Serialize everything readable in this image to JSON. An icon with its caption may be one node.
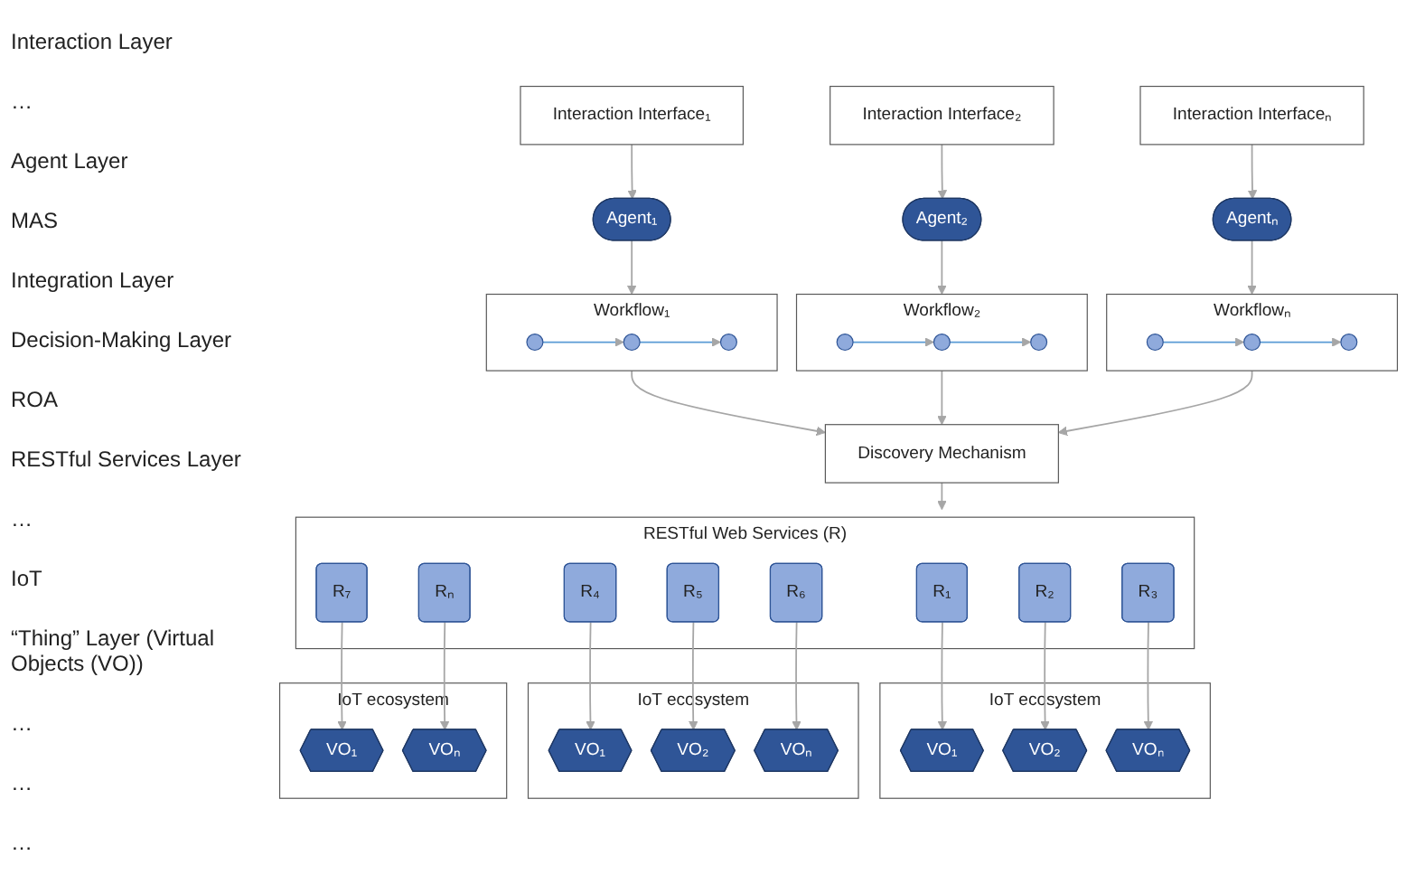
{
  "diagram": {
    "nodes": [
      {
        "text": [
          "Interaction Interface₁"
        ]
      },
      {
        "text": [
          "Interaction Interface₂"
        ]
      },
      {
        "text": [
          "Interaction Interfaceₙ"
        ]
      },
      {
        "text": [
          "Agent₁"
        ]
      },
      {
        "text": [
          "Agent₂"
        ]
      },
      {
        "text": [
          "Agentₙ"
        ]
      },
      {
        "text": [
          "Workflow₁"
        ]
      },
      {
        "text": [],
        "shape": "circle",
        "in": 6
      },
      {
        "text": [],
        "shape": "circle",
        "in": 6
      },
      {
        "text": [],
        "shape": "circle",
        "in": 6
      },
      {
        "text": [
          "Workflow₂"
        ]
      },
      {
        "text": [],
        "shape": "circle",
        "in": 10
      },
      {
        "text": [],
        "shape": "circle",
        "in": 10
      },
      {
        "text": [],
        "shape": "circle",
        "in": 10
      },
      {
        "text": [
          "Workflowₙ"
        ]
      },
      {
        "text": [],
        "shape": "circle",
        "in": 14
      },
      {
        "text": [],
        "shape": "circle",
        "in": 14
      },
      {
        "text": [],
        "shape": "circle",
        "in": 14
      },
      {
        "text": [
          "Discovery Mechanism"
        ]
      },
      {
        "text": [
          "RESTful Web Services (R)"
        ]
      },
      {
        "text": [
          "R₁"
        ],
        "in": 19
      },
      {
        "text": [
          "R₂"
        ],
        "in": 19
      },
      {
        "text": [
          "R₃"
        ],
        "in": 19
      },
      {
        "text": [
          "R₄"
        ],
        "in": 19
      },
      {
        "text": [
          "R₅"
        ],
        "in": 19
      },
      {
        "text": [
          "R₆"
        ],
        "in": 19
      },
      {
        "text": [
          "R₇"
        ],
        "in": 19
      },
      {
        "text": [
          "Rₙ"
        ],
        "in": 19
      },
      {
        "text": [
          "IoT ecosystem"
        ]
      },
      {
        "text": [
          "VO₁"
        ],
        "in": 28
      },
      {
        "text": [
          "VO₂"
        ],
        "in": 28
      },
      {
        "text": [
          "VOₙ"
        ],
        "in": 28
      },
      {
        "text": [
          "IoT ecosystem"
        ]
      },
      {
        "text": [
          "VO₁"
        ],
        "in": 32
      },
      {
        "text": [
          "VO₂"
        ],
        "in": 32
      },
      {
        "text": [
          "VOₙ"
        ],
        "in": 32
      },
      {
        "text": [
          "IoT ecosystem"
        ]
      },
      {
        "text": [
          "VO₁"
        ],
        "in": 36
      },
      {
        "text": [
          "VOₙ"
        ],
        "in": 36
      }
    ],
    "edges": [
      {
        "from": 0,
        "to": 3,
        "arrow": "to"
      },
      {
        "from": 1,
        "to": 4,
        "arrow": "to"
      },
      {
        "from": 2,
        "to": 5,
        "arrow": "to"
      },
      {
        "from": 3,
        "to": 6,
        "arrow": "to"
      },
      {
        "from": 4,
        "to": 10,
        "arrow": "to"
      },
      {
        "from": 5,
        "to": 14,
        "arrow": "to"
      },
      {
        "from": 7,
        "to": 8,
        "arrow": "to",
        "color": "#5b9bd5"
      },
      {
        "from": 8,
        "to": 9,
        "arrow": "to",
        "color": "#5b9bd5"
      },
      {
        "from": 11,
        "to": 12,
        "arrow": "to",
        "color": "#5b9bd5"
      },
      {
        "from": 12,
        "to": 13,
        "arrow": "to",
        "color": "#5b9bd5"
      },
      {
        "from": 15,
        "to": 16,
        "arrow": "to",
        "color": "#5b9bd5"
      },
      {
        "from": 16,
        "to": 17,
        "arrow": "to",
        "color": "#5b9bd5"
      },
      {
        "from": 6,
        "to": 18,
        "arrow": "to"
      },
      {
        "from": 10,
        "to": 18,
        "arrow": "to"
      },
      {
        "from": 14,
        "to": 18,
        "arrow": "to"
      },
      {
        "from": 18,
        "to": 19,
        "arrow": "to"
      },
      {
        "from": 20,
        "to": 29,
        "arrow": "to"
      },
      {
        "from": 21,
        "to": 30,
        "arrow": "to"
      },
      {
        "from": 22,
        "to": 31,
        "arrow": "to"
      },
      {
        "from": 23,
        "to": 33,
        "arrow": "to"
      },
      {
        "from": 24,
        "to": 34,
        "arrow": "to"
      },
      {
        "from": 25,
        "to": 35,
        "arrow": "to"
      },
      {
        "from": 26,
        "to": 37,
        "arrow": "to"
      },
      {
        "from": 27,
        "to": 38,
        "arrow": "to"
      }
    ],
    "labels": [
      "Interaction Layer",
      "…",
      "Agent Layer",
      "MAS",
      "Integration Layer",
      "Decision-Making Layer",
      "ROA",
      "RESTful Services Layer",
      "…",
      "IoT",
      "“Thing” Layer (Virtual Objects (VO))",
      "…",
      "…",
      "…"
    ]
  }
}
